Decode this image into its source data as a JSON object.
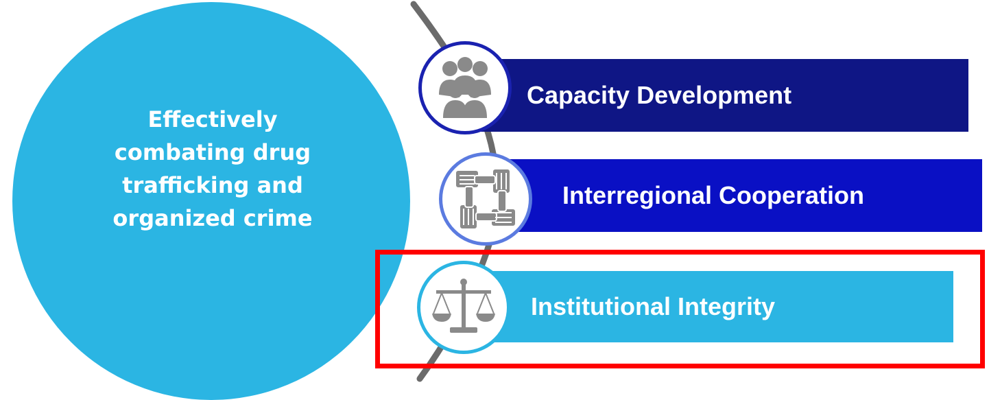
{
  "main": {
    "title": "Effectively\ncombating drug\ntrafficking and\norganized crime"
  },
  "items": [
    {
      "label": "Capacity Development",
      "icon": "people-group-icon"
    },
    {
      "label": "Interregional Cooperation",
      "icon": "hands-linked-icon"
    },
    {
      "label": "Institutional Integrity",
      "icon": "scales-of-justice-icon"
    }
  ],
  "highlight": {
    "target": "Institutional Integrity",
    "color": "#ff0000"
  },
  "colors": {
    "main_circle": "#2bb5e3",
    "bar_1": "#0f1685",
    "bar_2": "#0a10c4",
    "bar_3": "#2bb5e3",
    "arc_line": "#6b6b6b",
    "icon_gray": "#8a8a8a"
  }
}
